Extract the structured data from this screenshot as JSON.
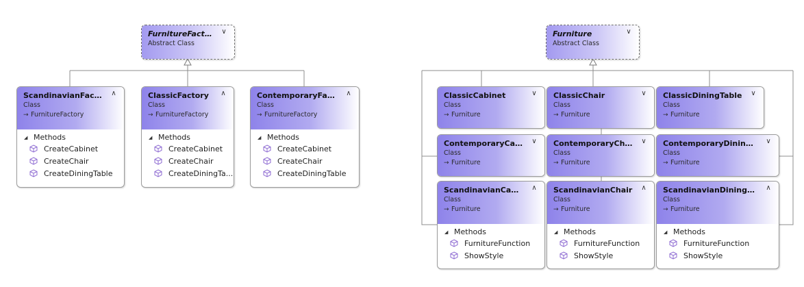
{
  "left": {
    "base": {
      "name": "FurnitureFactory",
      "stereotype": "Abstract Class",
      "toggle": "∨"
    },
    "factories": [
      {
        "name": "ScandinavianFactory",
        "stereotype": "Class",
        "base": "FurnitureFactory",
        "toggle": "∧",
        "section": "Methods",
        "methods": [
          "CreateCabinet",
          "CreateChair",
          "CreateDiningTable"
        ]
      },
      {
        "name": "ClassicFactory",
        "stereotype": "Class",
        "base": "FurnitureFactory",
        "toggle": "∧",
        "section": "Methods",
        "methods": [
          "CreateCabinet",
          "CreateChair",
          "CreateDiningTa..."
        ]
      },
      {
        "name": "ContemporaryFactory",
        "stereotype": "Class",
        "base": "FurnitureFactory",
        "toggle": "∧",
        "section": "Methods",
        "methods": [
          "CreateCabinet",
          "CreateChair",
          "CreateDiningTable"
        ]
      }
    ]
  },
  "right": {
    "base": {
      "name": "Furniture",
      "stereotype": "Abstract Class",
      "toggle": "∨"
    },
    "products": [
      {
        "name": "ClassicCabinet",
        "stereotype": "Class",
        "base": "Furniture",
        "toggle": "∨"
      },
      {
        "name": "ClassicChair",
        "stereotype": "Class",
        "base": "Furniture",
        "toggle": "∨"
      },
      {
        "name": "ClassicDiningTable",
        "stereotype": "Class",
        "base": "Furniture",
        "toggle": "∨"
      },
      {
        "name": "ContemporaryCabinet",
        "stereotype": "Class",
        "base": "Furniture",
        "toggle": "∨"
      },
      {
        "name": "ContemporaryChair",
        "stereotype": "Class",
        "base": "Furniture",
        "toggle": "∨"
      },
      {
        "name": "ContemporaryDiningTable",
        "stereotype": "Class",
        "base": "Furniture",
        "toggle": "∨"
      },
      {
        "name": "ScandinavianCabinet",
        "stereotype": "Class",
        "base": "Furniture",
        "toggle": "∧",
        "section": "Methods",
        "methods": [
          "FurnitureFunction",
          "ShowStyle"
        ]
      },
      {
        "name": "ScandinavianChair",
        "stereotype": "Class",
        "base": "Furniture",
        "toggle": "∧",
        "section": "Methods",
        "methods": [
          "FurnitureFunction",
          "ShowStyle"
        ]
      },
      {
        "name": "ScandinavianDiningTable",
        "stereotype": "Class",
        "base": "Furniture",
        "toggle": "∧",
        "section": "Methods",
        "methods": [
          "FurnitureFunction",
          "ShowStyle"
        ]
      }
    ]
  },
  "colors": {
    "header_gradient_start": "#8e83ea",
    "abstract_header_start": "#a39af0",
    "border": "#9a9a9a",
    "connector": "#8c8c8c",
    "method_icon": "#8d6ad2"
  },
  "icons": {
    "inheritance": "inherits-arrow-icon",
    "method": "method-cube-icon",
    "collapse": "chevron-up-double-icon",
    "expand": "chevron-down-double-icon",
    "section": "section-collapse-triangle-icon"
  }
}
